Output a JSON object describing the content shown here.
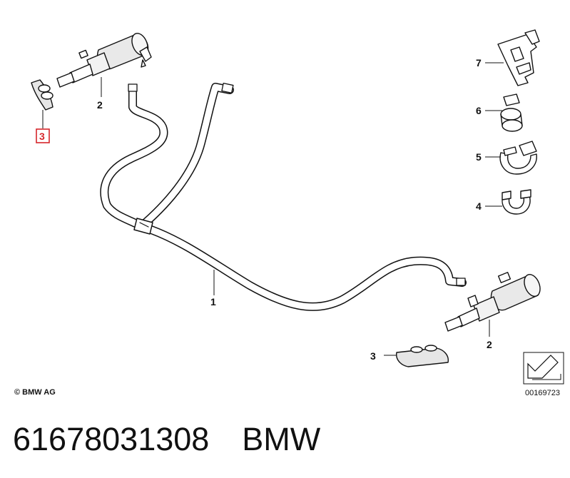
{
  "diagram": {
    "callouts": {
      "hose": "1",
      "nozzle_top": "2",
      "nozzle_bottom": "2",
      "cover_top": "3",
      "cover_bottom": "3",
      "clip_4": "4",
      "clip_5": "5",
      "clip_6": "6",
      "bracket_7": "7"
    },
    "copyright": "© BMW AG",
    "drawing_number": "00169723",
    "highlight_color": "#d6262b"
  },
  "footer": {
    "part_number": "61678031308",
    "brand": "BMW"
  }
}
